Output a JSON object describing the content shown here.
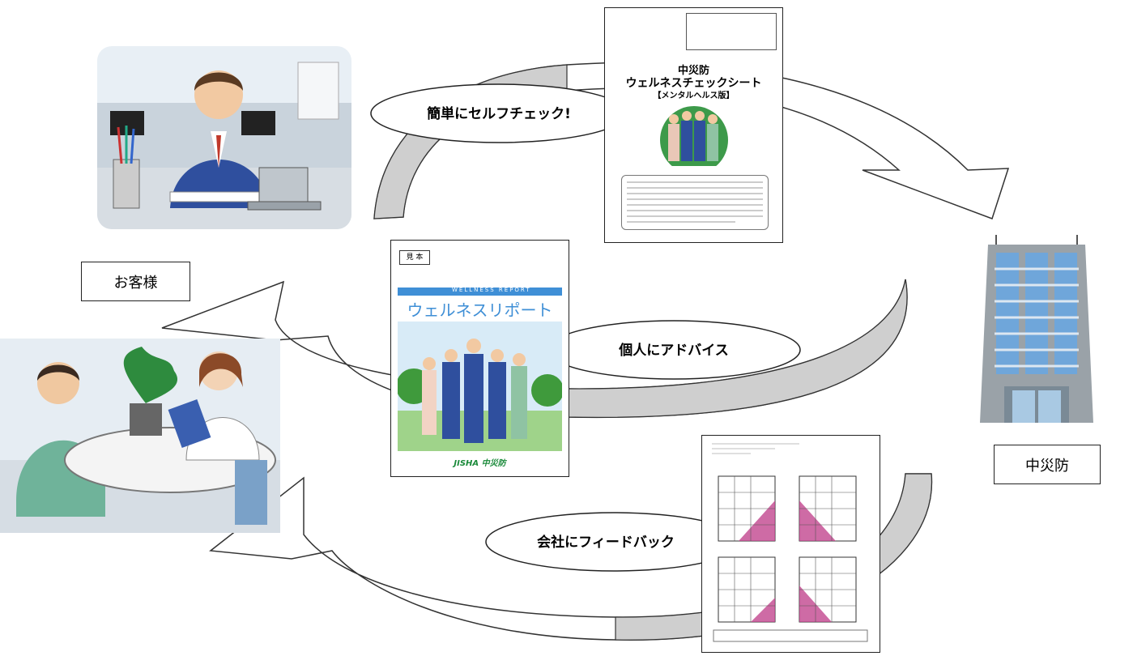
{
  "labels": {
    "customer": "お客様",
    "jisha": "中災防"
  },
  "bubbles": {
    "self_check": "簡単にセルフチェック!",
    "advice": "個人にアドバイス",
    "feedback": "会社にフィードバック"
  },
  "check_sheet": {
    "title_line1": "中災防",
    "title_line2": "ウェルネスチェックシート",
    "subtitle": "【メンタルヘルス版】"
  },
  "report": {
    "badge": "見 本",
    "english": "WELLNESS REPORT",
    "title": "ウェルネスリポート",
    "brand": "JISHA 中災防"
  },
  "colors": {
    "arrow_fill": "#cfcfcf",
    "arrow_stroke": "#333333",
    "suit_blue": "#2f4f9e",
    "report_blue": "#3f8fd6",
    "pink": "#c2468f"
  }
}
